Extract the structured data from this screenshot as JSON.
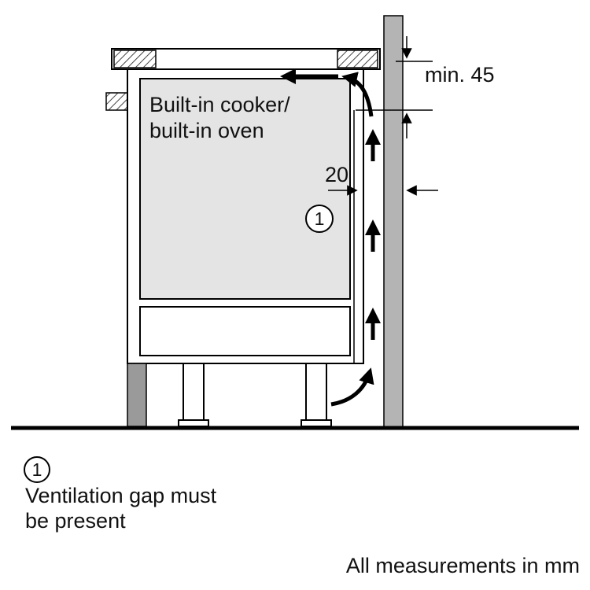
{
  "diagram": {
    "oven_label": {
      "line1": "Built-in cooker/",
      "line2": "built-in oven"
    },
    "dimensions": {
      "min_gap_label": "min. 45",
      "vent_gap_label": "20"
    },
    "callout": {
      "number": "1"
    },
    "legend": {
      "number": "1",
      "line1": "Ventilation gap must",
      "line2": "be present"
    },
    "footer": {
      "units_note": "All measurements in mm"
    }
  },
  "colors": {
    "background": "#ffffff",
    "line": "#000000",
    "oven_fill": "#e4e4e4",
    "wall_fill": "#b4b4b4",
    "support_fill": "#9a9a9a",
    "hatch_line": "#444444"
  }
}
